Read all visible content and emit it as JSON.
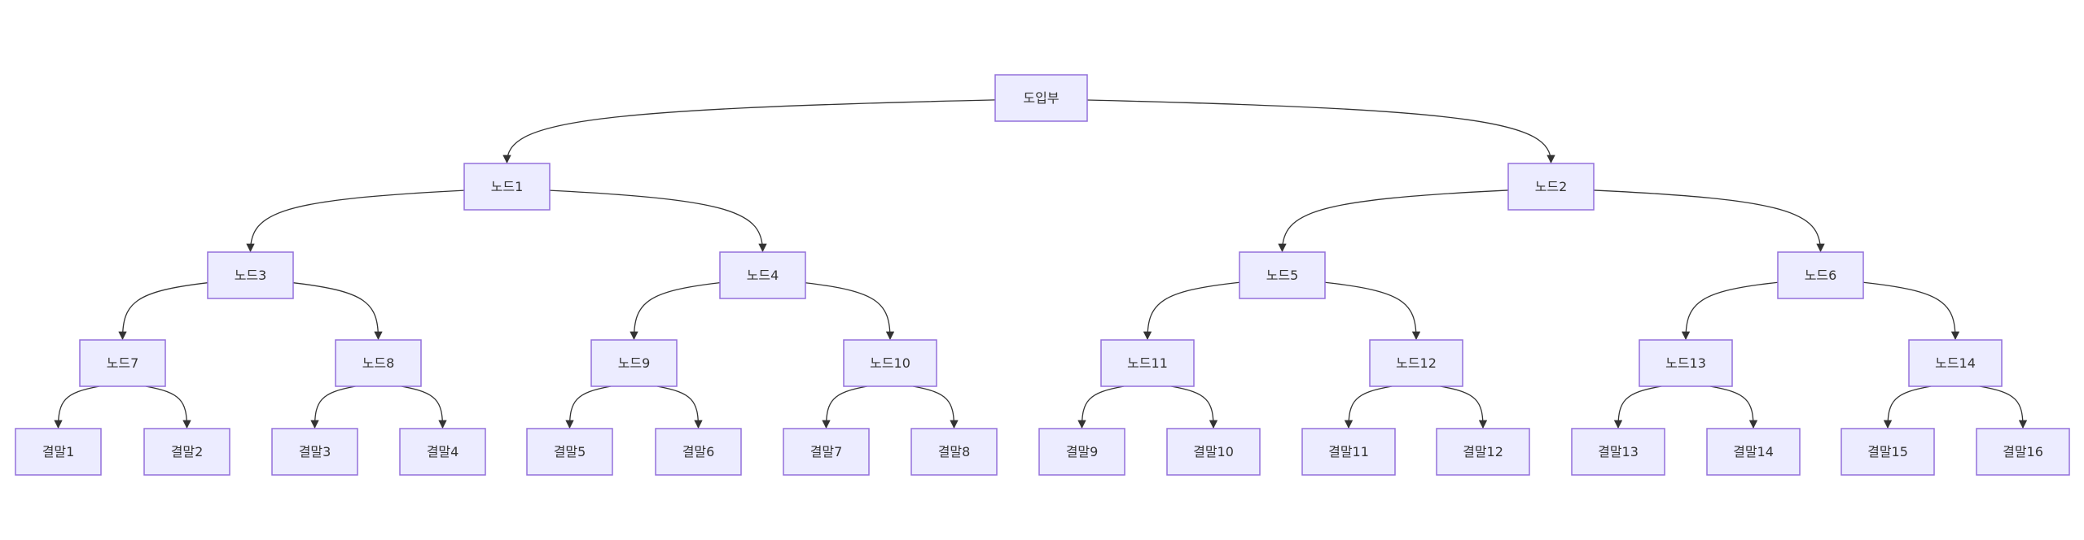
{
  "diagram": {
    "type": "tree-flowchart",
    "colors": {
      "node_fill": "#ECECFF",
      "node_stroke": "#9370DB",
      "edge": "#333333",
      "text": "#333333"
    },
    "nodes": [
      {
        "id": "root",
        "label": "도입부"
      },
      {
        "id": "n1",
        "label": "노드1"
      },
      {
        "id": "n2",
        "label": "노드2"
      },
      {
        "id": "n3",
        "label": "노드3"
      },
      {
        "id": "n4",
        "label": "노드4"
      },
      {
        "id": "n5",
        "label": "노드5"
      },
      {
        "id": "n6",
        "label": "노드6"
      },
      {
        "id": "n7",
        "label": "노드7"
      },
      {
        "id": "n8",
        "label": "노드8"
      },
      {
        "id": "n9",
        "label": "노드9"
      },
      {
        "id": "n10",
        "label": "노드10"
      },
      {
        "id": "n11",
        "label": "노드11"
      },
      {
        "id": "n12",
        "label": "노드12"
      },
      {
        "id": "n13",
        "label": "노드13"
      },
      {
        "id": "n14",
        "label": "노드14"
      },
      {
        "id": "e1",
        "label": "결말1"
      },
      {
        "id": "e2",
        "label": "결말2"
      },
      {
        "id": "e3",
        "label": "결말3"
      },
      {
        "id": "e4",
        "label": "결말4"
      },
      {
        "id": "e5",
        "label": "결말5"
      },
      {
        "id": "e6",
        "label": "결말6"
      },
      {
        "id": "e7",
        "label": "결말7"
      },
      {
        "id": "e8",
        "label": "결말8"
      },
      {
        "id": "e9",
        "label": "결말9"
      },
      {
        "id": "e10",
        "label": "결말10"
      },
      {
        "id": "e11",
        "label": "결말11"
      },
      {
        "id": "e12",
        "label": "결말12"
      },
      {
        "id": "e13",
        "label": "결말13"
      },
      {
        "id": "e14",
        "label": "결말14"
      },
      {
        "id": "e15",
        "label": "결말15"
      },
      {
        "id": "e16",
        "label": "결말16"
      }
    ],
    "edges": [
      {
        "from": "root",
        "to": "n1"
      },
      {
        "from": "root",
        "to": "n2"
      },
      {
        "from": "n1",
        "to": "n3"
      },
      {
        "from": "n1",
        "to": "n4"
      },
      {
        "from": "n2",
        "to": "n5"
      },
      {
        "from": "n2",
        "to": "n6"
      },
      {
        "from": "n3",
        "to": "n7"
      },
      {
        "from": "n3",
        "to": "n8"
      },
      {
        "from": "n4",
        "to": "n9"
      },
      {
        "from": "n4",
        "to": "n10"
      },
      {
        "from": "n5",
        "to": "n11"
      },
      {
        "from": "n5",
        "to": "n12"
      },
      {
        "from": "n6",
        "to": "n13"
      },
      {
        "from": "n6",
        "to": "n14"
      },
      {
        "from": "n7",
        "to": "e1"
      },
      {
        "from": "n7",
        "to": "e2"
      },
      {
        "from": "n8",
        "to": "e3"
      },
      {
        "from": "n8",
        "to": "e4"
      },
      {
        "from": "n9",
        "to": "e5"
      },
      {
        "from": "n9",
        "to": "e6"
      },
      {
        "from": "n10",
        "to": "e7"
      },
      {
        "from": "n10",
        "to": "e8"
      },
      {
        "from": "n11",
        "to": "e9"
      },
      {
        "from": "n11",
        "to": "e10"
      },
      {
        "from": "n12",
        "to": "e11"
      },
      {
        "from": "n12",
        "to": "e12"
      },
      {
        "from": "n13",
        "to": "e13"
      },
      {
        "from": "n13",
        "to": "e14"
      },
      {
        "from": "n14",
        "to": "e15"
      },
      {
        "from": "n14",
        "to": "e16"
      }
    ]
  }
}
